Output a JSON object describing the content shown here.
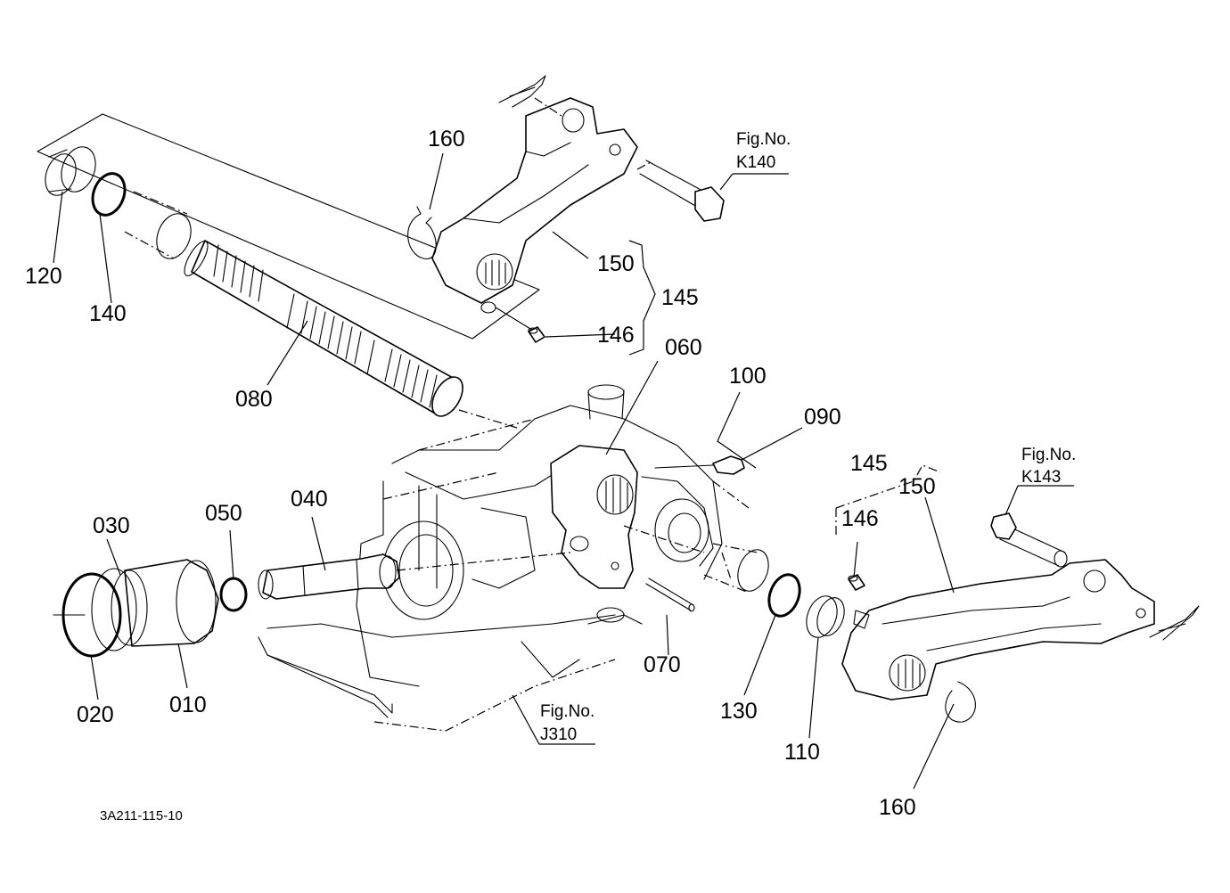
{
  "diagram": {
    "drawing_code": "3A211-115-10",
    "fig_refs": {
      "k140": {
        "line1": "Fig.No.",
        "line2": "K140"
      },
      "k143": {
        "line1": "Fig.No.",
        "line2": "K143"
      },
      "j310": {
        "line1": "Fig.No.",
        "line2": "J310"
      }
    },
    "callouts": {
      "c010": "010",
      "c020": "020",
      "c030": "030",
      "c040": "040",
      "c050": "050",
      "c060": "060",
      "c070": "070",
      "c080": "080",
      "c090": "090",
      "c100": "100",
      "c110": "110",
      "c120": "120",
      "c130": "130",
      "c140": "140",
      "c145_top": "145",
      "c145_right": "145",
      "c146_top": "146",
      "c146_right": "146",
      "c150_top": "150",
      "c150_right": "150",
      "c160_top": "160",
      "c160_bottom": "160"
    }
  }
}
